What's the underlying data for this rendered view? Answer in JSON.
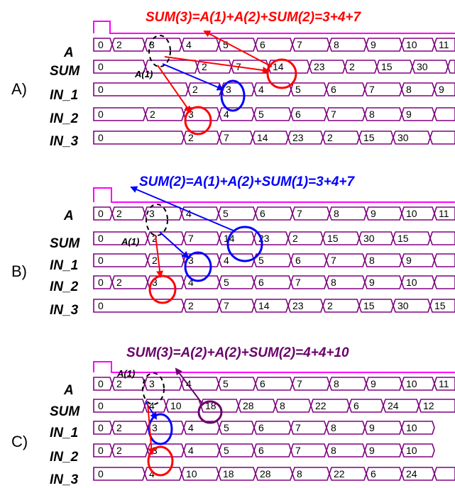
{
  "colors": {
    "bus": "#800080",
    "red": "#ff0000",
    "blue": "#0000ff",
    "purple": "#6a006a",
    "black": "#000000"
  },
  "panels": [
    {
      "label": "A)",
      "annotation": {
        "text": "SUM(3)=A(1)+A(2)+SUM(2)=3+4+7",
        "color": "#ff0000"
      },
      "a1_label": "A(1)",
      "signals": [
        "A",
        "SUM",
        "IN_1",
        "IN_2",
        "IN_3"
      ],
      "rows": [
        [
          "0",
          "2",
          "3",
          "4",
          "5",
          "6",
          "7",
          "8",
          "9",
          "10",
          "11"
        ],
        [
          "0",
          "",
          "2",
          "7",
          "14",
          "23",
          "2",
          "15",
          "30",
          ""
        ],
        [
          "0",
          "2",
          "3",
          "4",
          "5",
          "6",
          "7",
          "8",
          "9"
        ],
        [
          "0",
          "2",
          "3",
          "4",
          "5",
          "6",
          "7",
          "8",
          "9",
          ""
        ],
        [
          "0",
          "2",
          "7",
          "14",
          "23",
          "2",
          "15",
          "30",
          ""
        ]
      ]
    },
    {
      "label": "B)",
      "annotation": {
        "text": "SUM(2)=A(1)+A(2)+SUM(1)=3+4+7",
        "color": "#0000ff"
      },
      "a1_label": "A(1)",
      "signals": [
        "A",
        "SUM",
        "IN_1",
        "IN_2",
        "IN_3"
      ],
      "rows": [
        [
          "0",
          "2",
          "3",
          "4",
          "5",
          "6",
          "7",
          "8",
          "9",
          "10",
          "11"
        ],
        [
          "0",
          "2",
          "7",
          "14",
          "23",
          "2",
          "15",
          "30",
          "15",
          ""
        ],
        [
          "0",
          "2",
          "3",
          "4",
          "5",
          "6",
          "7",
          "8",
          "9",
          ""
        ],
        [
          "0",
          "2",
          "3",
          "4",
          "5",
          "6",
          "7",
          "8",
          "9",
          "10",
          ""
        ],
        [
          "0",
          "2",
          "7",
          "14",
          "23",
          "2",
          "15",
          "30",
          "15",
          ""
        ]
      ]
    },
    {
      "label": "C)",
      "annotation": {
        "text": "SUM(3)=A(2)+A(2)+SUM(2)=4+4+10",
        "color": "#6a006a"
      },
      "a1_label": "A(1)",
      "signals": [
        "A",
        "SUM",
        "IN_1",
        "IN_2",
        "IN_3"
      ],
      "rows": [
        [
          "0",
          "2",
          "3",
          "4",
          "5",
          "6",
          "7",
          "8",
          "9",
          "10",
          "11"
        ],
        [
          "0",
          "4",
          "10",
          "18",
          "28",
          "8",
          "22",
          "6",
          "24",
          "12"
        ],
        [
          "0",
          "2",
          "3",
          "4",
          "5",
          "6",
          "7",
          "8",
          "9",
          "10"
        ],
        [
          "0",
          "2",
          "3",
          "4",
          "5",
          "6",
          "7",
          "8",
          "9",
          "10"
        ],
        [
          "0",
          "4",
          "10",
          "18",
          "28",
          "8",
          "22",
          "6",
          "24",
          ""
        ]
      ]
    }
  ]
}
